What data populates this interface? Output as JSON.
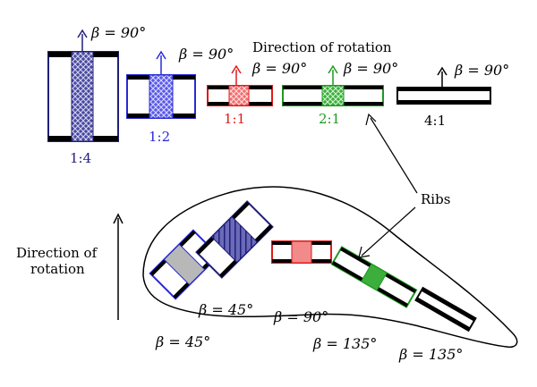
{
  "colors": {
    "navy": "#1f1f7a",
    "blue": "#2a2ad6",
    "red": "#e01b1b",
    "green": "#1e9a1e",
    "black": "#000000",
    "gray": "#b8b8b8",
    "pink": "#f28a8a",
    "lightgreen": "#6fcf6f"
  },
  "labels": {
    "direction_top": "Direction of rotation",
    "direction_left_line1": "Direction of",
    "direction_left_line2": "rotation",
    "ribs": "Ribs"
  },
  "top_channels": [
    {
      "ratio": "1:4",
      "beta": "β = 90°",
      "color": "#1f1f7a"
    },
    {
      "ratio": "1:2",
      "beta": "β = 90°",
      "color": "#2a2ad6"
    },
    {
      "ratio": "1:1",
      "beta": "β = 90°",
      "color": "#e01b1b"
    },
    {
      "ratio": "2:1",
      "beta": "β = 90°",
      "color": "#1e9a1e"
    },
    {
      "ratio": "4:1",
      "beta": "β = 90°",
      "color": "#000000"
    }
  ],
  "blade_betas": [
    "β = 45°",
    "β = 45°",
    "β = 90°",
    "β = 135°",
    "β = 135°"
  ]
}
